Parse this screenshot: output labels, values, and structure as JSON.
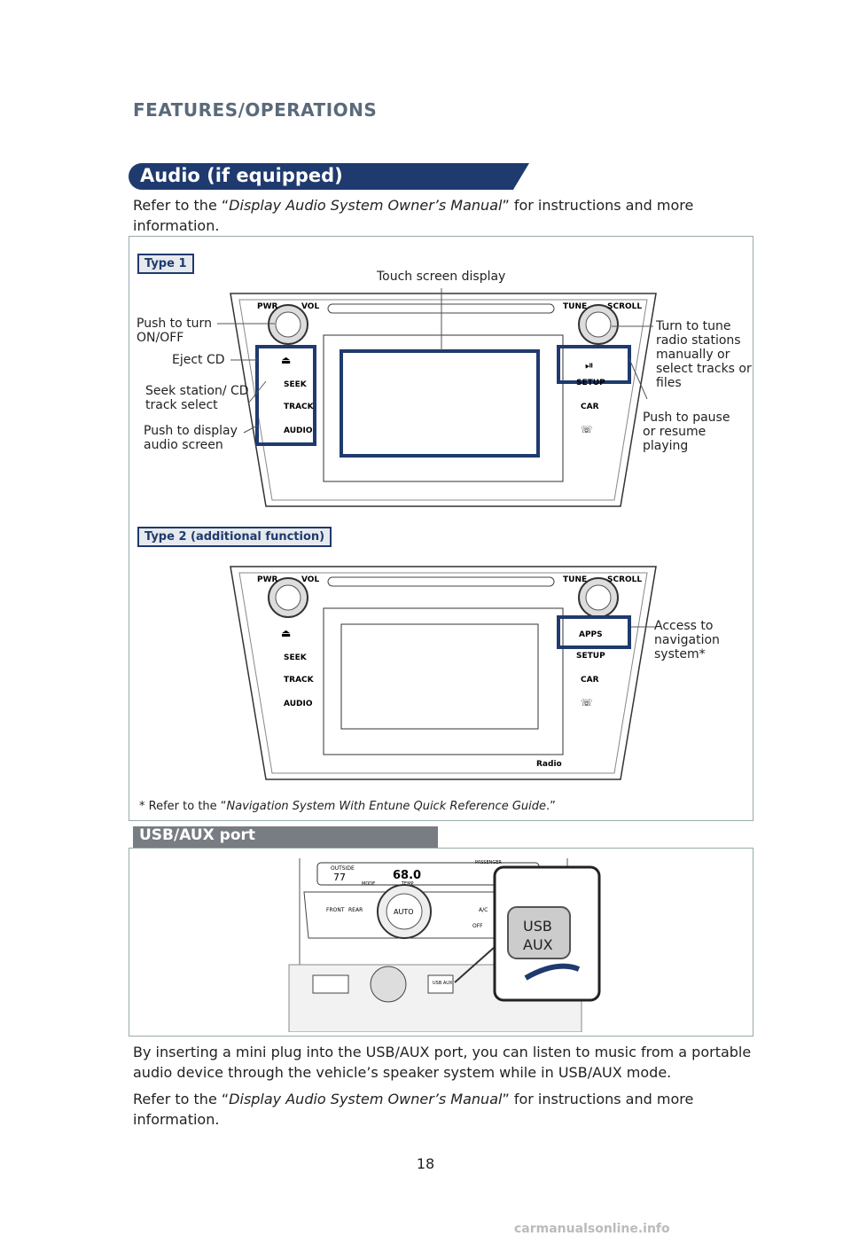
{
  "header": {
    "section": "FEATURES/OPERATIONS"
  },
  "audio": {
    "title": "Audio (if equipped)",
    "intro_pre": "Refer to the “",
    "intro_em": "Display Audio System Owner’s Manual",
    "intro_post": "” for instructions and more information.",
    "type1": "Type 1",
    "type2": "Type 2 (additional function)",
    "labels": {
      "touch": "Touch screen display",
      "power": "Push to turn ON/OFF",
      "eject": "Eject CD",
      "seek": "Seek station/ CD track select",
      "audio_screen": "Push to display audio screen",
      "tune": "Turn to tune radio stations manually or select tracks or files",
      "pause": "Push to pause or resume playing",
      "nav": "Access to navigation system*"
    },
    "footnote_pre": "* Refer to the “",
    "footnote_em": "Navigation System With Entune Quick Reference Guide",
    "footnote_post": ".”",
    "panel": {
      "pwr": "PWR",
      "vol": "VOL",
      "tune": "TUNE",
      "scroll": "SCROLL",
      "seek": "SEEK",
      "track": "TRACK",
      "audio": "AUDIO",
      "setup": "SETUP",
      "car": "CAR",
      "apps": "APPS",
      "radio": "Radio"
    }
  },
  "usb": {
    "title": "USB/AUX port",
    "panel": {
      "outside": "OUTSIDE",
      "temp_out": "77",
      "temp_set": "68.0",
      "mode": "MODE",
      "temp": "TEMP",
      "passenger": "PASSENGER",
      "auto": "AUTO",
      "front": "FRONT",
      "rear": "REAR",
      "ac": "A/C",
      "off": "OFF",
      "usb_small": "USB AUX"
    },
    "zoom_usb": "USB",
    "zoom_aux": "AUX",
    "para1": "By inserting a mini plug into the USB/AUX port, you can listen to music from a portable audio device through the vehicle’s speaker system while in USB/AUX mode.",
    "para2_pre": "Refer to the “",
    "para2_em": "Display Audio System Owner’s Manual",
    "para2_post": "” for instructions and more information."
  },
  "page_number": "18",
  "watermark": "carmanualsonline.info",
  "colors": {
    "accent": "#1f3a6e",
    "usb_bar": "#777d82"
  }
}
